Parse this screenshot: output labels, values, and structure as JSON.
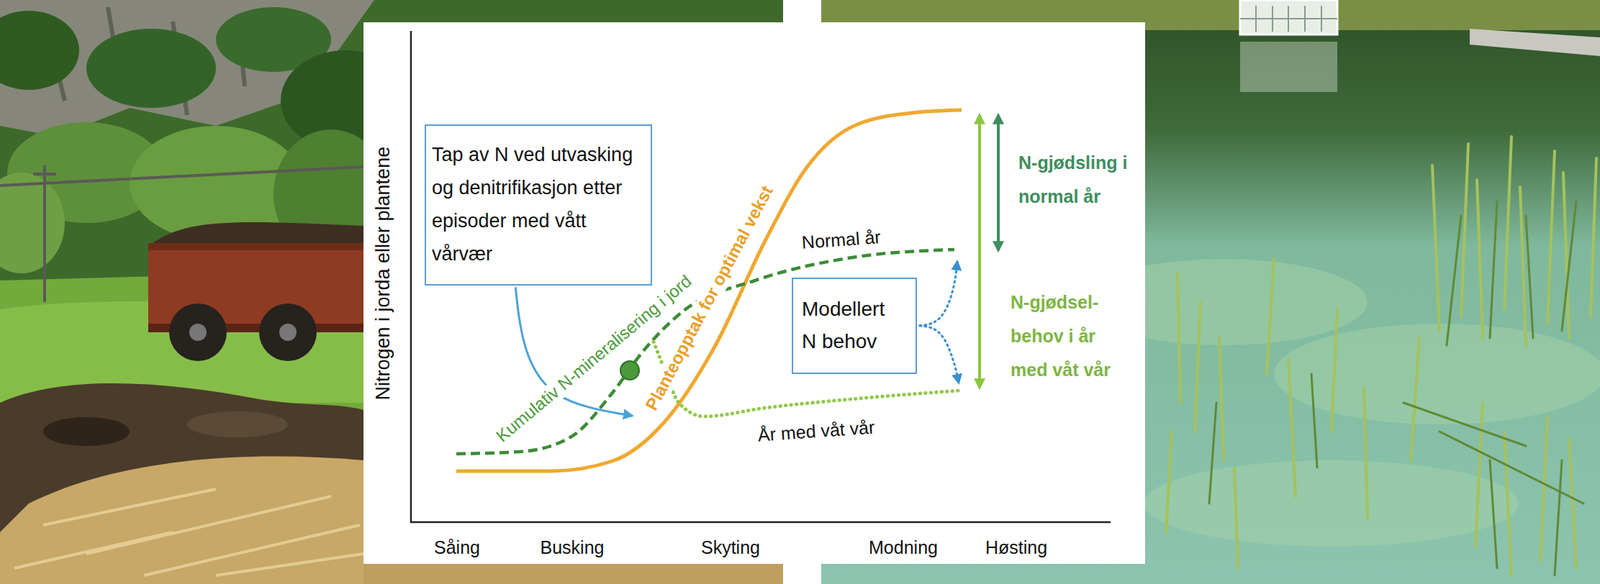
{
  "diagram": {
    "nodes": [
      {
        "text": [
          "Tap av N ved utvasking og denitrifikasjon etter episoder med vått vårvær"
        ]
      },
      {
        "text": [
          "Modellert N behov"
        ]
      }
    ],
    "labels": [
      "Nitrogen i jorda eller plantene",
      "Kumulativ N-mineralisering i jord",
      "Planteopptak for optimal vekst",
      "Normal år",
      "År med våt vår",
      "N-gjødsling i normal år",
      "N-gjødsel- behov i år med våt vår",
      "Såing",
      "Busking",
      "Skyting",
      "Modning",
      "Høsting"
    ]
  }
}
